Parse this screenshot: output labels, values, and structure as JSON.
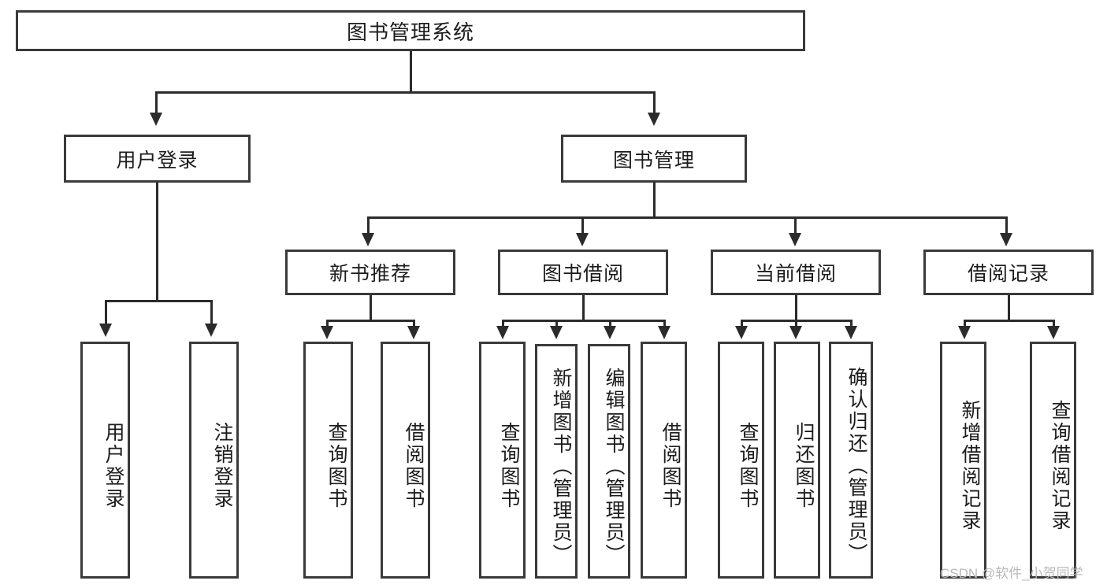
{
  "diagram": {
    "title": "图书管理系统",
    "watermark": "CSDN @软件_小贺同学",
    "level1": [
      {
        "label": "用户登录"
      },
      {
        "label": "图书管理"
      }
    ],
    "level2": [
      {
        "label": "新书推荐"
      },
      {
        "label": "图书借阅"
      },
      {
        "label": "当前借阅"
      },
      {
        "label": "借阅记录"
      }
    ],
    "leaves": {
      "user_login": [
        {
          "label": "用户登录"
        },
        {
          "label": "注销登录"
        }
      ],
      "new_book": [
        {
          "label": "查询图书"
        },
        {
          "label": "借阅图书"
        }
      ],
      "book_borrow": [
        {
          "label": "查询图书"
        },
        {
          "label": "新增图书（管理员）"
        },
        {
          "label": "编辑图书（管理员）"
        },
        {
          "label": "借阅图书"
        }
      ],
      "current_borrow": [
        {
          "label": "查询图书"
        },
        {
          "label": "归还图书"
        },
        {
          "label": "确认归还（管理员）"
        }
      ],
      "borrow_record": [
        {
          "label": "新增借阅记录"
        },
        {
          "label": "查询借阅记录"
        }
      ]
    }
  }
}
